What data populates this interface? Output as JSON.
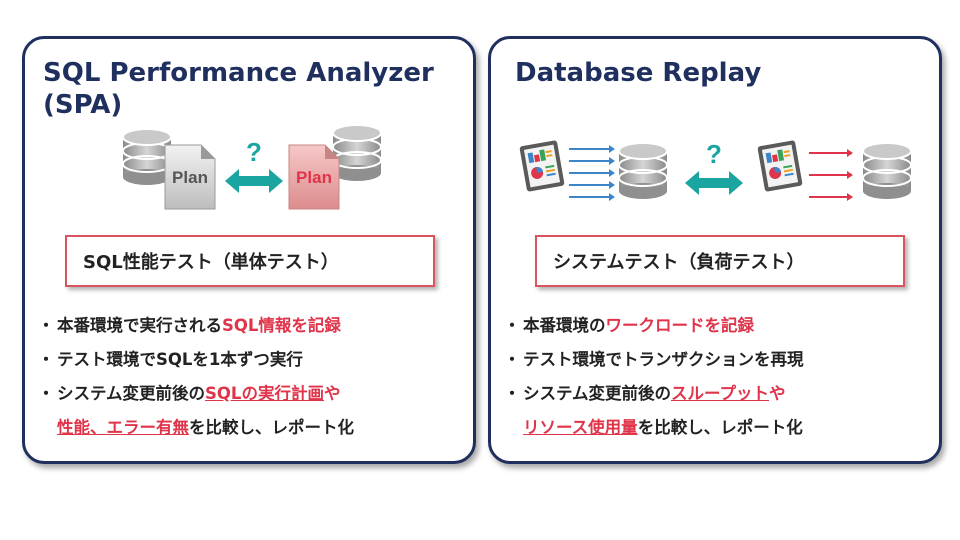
{
  "left": {
    "title_line1": "SQL Performance Analyzer",
    "title_line2": "(SPA)",
    "question": "?",
    "plan_gray": "Plan",
    "plan_red": "Plan",
    "test_box": "SQL性能テスト（単体テスト）",
    "bullets": [
      {
        "dot": "・",
        "a": "本番環境で実行される",
        "b": "SQL情報を記録"
      },
      {
        "dot": "・",
        "a": "テスト環境でSQLを1本ずつ実行"
      },
      {
        "dot": "・",
        "a": "システム変更前後の",
        "b": "SQLの実行計画",
        "c": "や"
      },
      {
        "b": "性能、エラー有無",
        "c": "を比較し、レポート化"
      }
    ]
  },
  "right": {
    "title": "Database Replay",
    "question": "?",
    "test_box": "システムテスト（負荷テスト）",
    "bullets": [
      {
        "dot": "・",
        "a": "本番環境の",
        "b": "ワークロードを記録"
      },
      {
        "dot": "・",
        "a": "テスト環境でトランザクションを再現"
      },
      {
        "dot": "・",
        "a": "システム変更前後の",
        "b": "スループット",
        "c": "や"
      },
      {
        "b": "リソース使用量",
        "c": "を比較し、レポート化"
      }
    ]
  },
  "colors": {
    "navy": "#1f2f5e",
    "red": "#e0344a",
    "teal": "#1aa5a1",
    "blue_arrow": "#3a86c8",
    "red_arrow": "#e0344a"
  },
  "icons": {
    "database": "database-icon",
    "document": "plan-document-icon",
    "monitor": "dashboard-monitor-icon",
    "double_arrow": "double-arrow-icon"
  }
}
